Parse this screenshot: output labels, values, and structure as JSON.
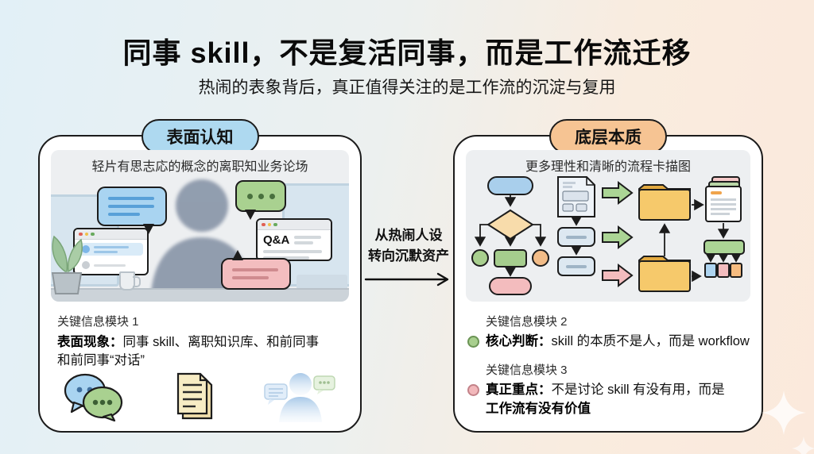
{
  "header": {
    "title": "同事 skill，不是复活同事，而是工作流迁移",
    "subtitle": "热闹的表象背后，真正值得关注的是工作流的沉淀与复用"
  },
  "left_panel": {
    "badge": "表面认知",
    "caption": "轻片有思志応的概念的离职知业务论场",
    "qa_window_label": "Q&A",
    "module_label": "关键信息模块 1",
    "point": {
      "bold": "表面现象：",
      "line1": "同事 skill、离职知识库、和前同事",
      "line2": "和前同事“对话”"
    },
    "icons": {
      "chat": "chat-bubbles-icon",
      "documents": "documents-icon",
      "person": "faded-person-icon"
    }
  },
  "transition": {
    "line1": "从热闹人设",
    "line2": "转向沉默资产",
    "arrow": "right-arrow-icon"
  },
  "right_panel": {
    "badge": "底层本质",
    "caption": "更多理性和清晰的流程卡描图",
    "module2_label": "关键信息模块 2",
    "point2": {
      "bold": "核心判断：",
      "text": "skill 的本质不是人，而是 workflow"
    },
    "module3_label": "关键信息模块 3",
    "point3": {
      "bold": "真正重点：",
      "line1": "不是讨论 skill 有没有用，而是",
      "line2": "工作流有没有价值"
    }
  },
  "colors": {
    "background_left": "#e2f0f7",
    "background_right": "#fbe9dc",
    "left_badge": "#aed9f0",
    "right_badge": "#f6c493",
    "panel_border": "#1b1b1b",
    "accent_blue": "#a9cfec",
    "accent_green": "#abd595",
    "accent_pink": "#f3bcbe",
    "accent_orange": "#f6c96b",
    "bullet_green": "#a8cf8e",
    "bullet_pink": "#f2b8bb"
  }
}
